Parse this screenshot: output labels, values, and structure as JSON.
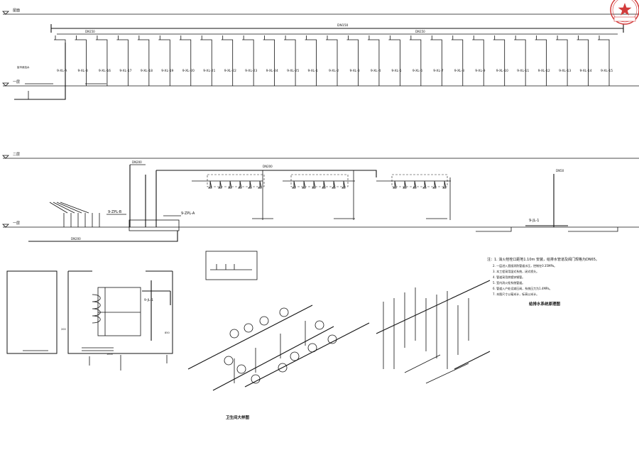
{
  "floors": {
    "roof": "屋面",
    "f2": "二层",
    "f1": "一层"
  },
  "main_pipe": {
    "dn_label": "DN150"
  },
  "risers_top": [
    "9-XL-A",
    "9-XL-B",
    "9-XL-16",
    "9-XL-17",
    "9-XL-18",
    "9-XL-19",
    "9-XL-20",
    "9-XL-21",
    "9-XL-22",
    "9-XL-23",
    "9-XL-24",
    "9-XL-25",
    "9-XL-1",
    "9-XL-2",
    "9-XL-3",
    "9-XL-4",
    "9-XL-5",
    "9-XL-6",
    "9-XL-7",
    "9-XL-8",
    "9-XL-9",
    "9-XL-10",
    "9-XL-11",
    "9-XL-12",
    "9-XL-13",
    "9-XL-14",
    "9-XL-15"
  ],
  "middle": {
    "dn_main": "DN200",
    "riser_b": "9-ZPL-B",
    "riser_a": "9-ZPL-A",
    "riser_j": "9-JL-1",
    "riser_j_dn": "DN50"
  },
  "plan": {
    "riser": "9-JL-1",
    "dim_200": "200",
    "dim_1600": "1600",
    "dim_850": "850"
  },
  "titles": {
    "toilet_detail": "卫生间大样图",
    "fire_system": "给排水系统原理图"
  },
  "notes": [
    "注：1. 消火栓栓口距地1.10m 安装，给排水管道及阀门规格为DN65。",
    "2. 一层进入直接消防管道水压，控制在0.35MPa。",
    "3. 本工程采用湿式系统，闭式喷头。",
    "4. 管道采用热镀锌钢管。",
    "5. 室内消火栓系统管道。",
    "6. 管道入户处设减压阀，系统压力为1.4MPa。",
    "7. 本图尺寸以毫米计，标高以米计。"
  ]
}
